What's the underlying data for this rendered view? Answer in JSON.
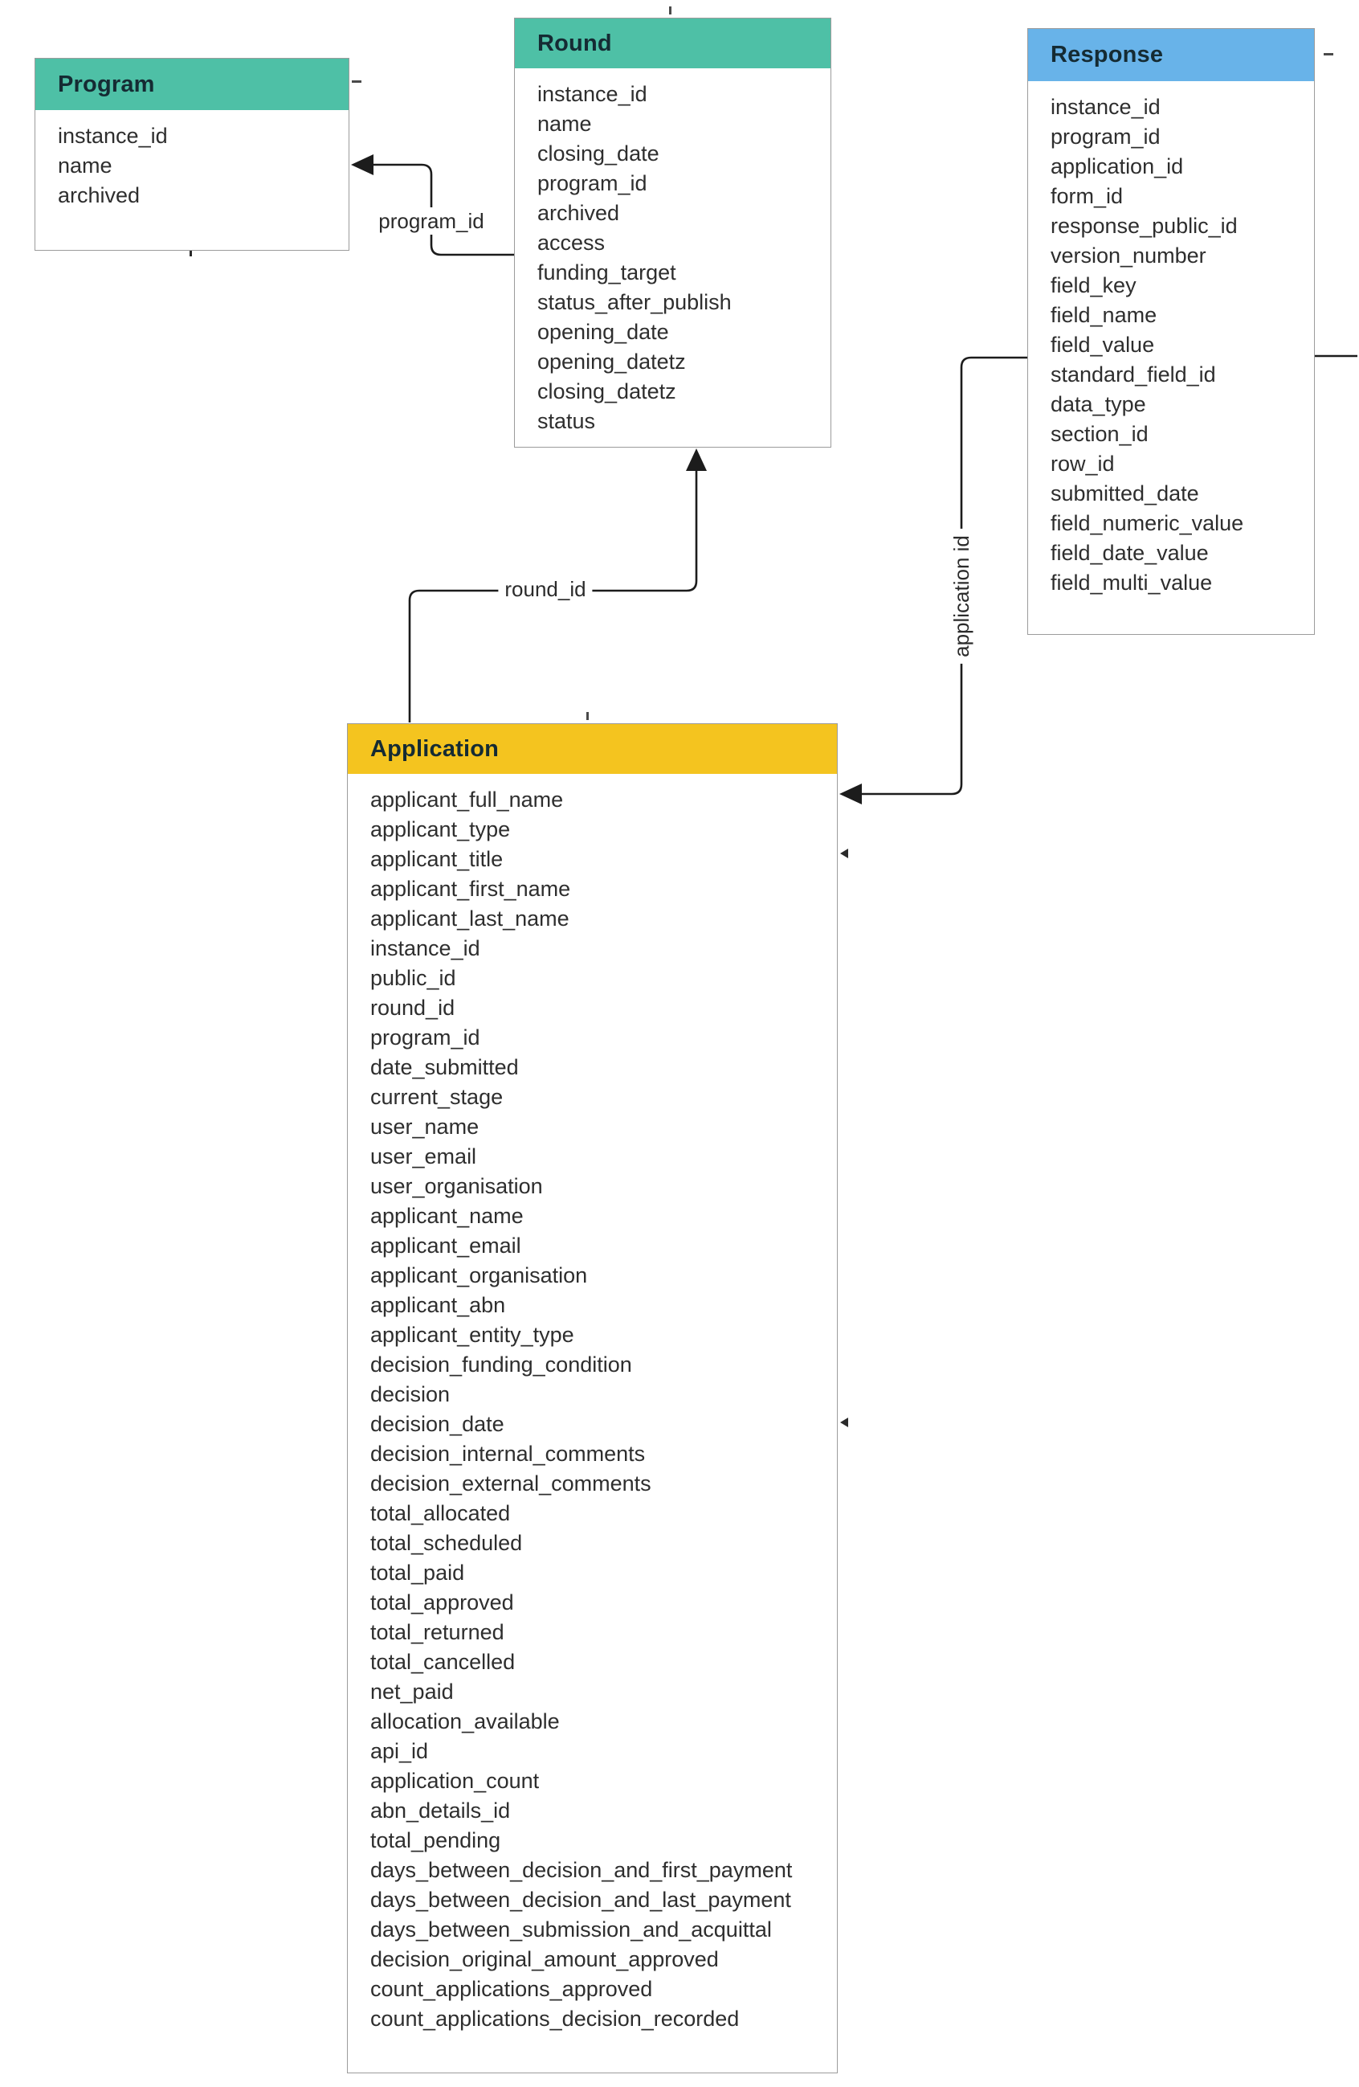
{
  "colors": {
    "teal_header": "#4ec0a6",
    "blue_header": "#68b3e9",
    "yellow_header": "#f4c41f",
    "box_border": "#9c9c9c",
    "connector": "#1c1c1c",
    "field_text": "#2e2e2e",
    "header_text": "#152b33",
    "background": "#ffffff"
  },
  "entities": [
    {
      "id": "program",
      "title": "Program",
      "header_color": "#4ec0a6",
      "fields": [
        "instance_id",
        "name",
        "archived"
      ]
    },
    {
      "id": "round",
      "title": "Round",
      "header_color": "#4ec0a6",
      "fields": [
        "instance_id",
        "name",
        "closing_date",
        "program_id",
        "archived",
        "access",
        "funding_target",
        "status_after_publish",
        "opening_date",
        "opening_datetz",
        "closing_datetz",
        "status"
      ]
    },
    {
      "id": "response",
      "title": "Response",
      "header_color": "#68b3e9",
      "fields": [
        "instance_id",
        "program_id",
        "application_id",
        "form_id",
        "response_public_id",
        "version_number",
        "field_key",
        "field_name",
        "field_value",
        "standard_field_id",
        "data_type",
        "section_id",
        "row_id",
        "submitted_date",
        "field_numeric_value",
        "field_date_value",
        "field_multi_value"
      ]
    },
    {
      "id": "application",
      "title": "Application",
      "header_color": "#f4c41f",
      "fields": [
        "applicant_full_name",
        "applicant_type",
        "applicant_title",
        "applicant_first_name",
        "applicant_last_name",
        "instance_id",
        "public_id",
        "round_id",
        "program_id",
        "date_submitted",
        "current_stage",
        "user_name",
        "user_email",
        "user_organisation",
        "applicant_name",
        "applicant_email",
        "applicant_organisation",
        "applicant_abn",
        "applicant_entity_type",
        "decision_funding_condition",
        "decision",
        "decision_date",
        "decision_internal_comments",
        "decision_external_comments",
        "total_allocated",
        "total_scheduled",
        "total_paid",
        "total_approved",
        "total_returned",
        "total_cancelled",
        "net_paid",
        "allocation_available",
        "api_id",
        "application_count",
        "abn_details_id",
        "total_pending",
        "days_between_decision_and_first_payment",
        "days_between_decision_and_last_payment",
        "days_between_submission_and_acquittal",
        "decision_original_amount_approved",
        "count_applications_approved",
        "count_applications_decision_recorded"
      ]
    }
  ],
  "relationships": [
    {
      "label": "program_id",
      "from": "Round",
      "to": "Program"
    },
    {
      "label": "round_id",
      "from": "Application",
      "to": "Round"
    },
    {
      "label": "application id",
      "from": "Response",
      "to": "Application"
    }
  ]
}
